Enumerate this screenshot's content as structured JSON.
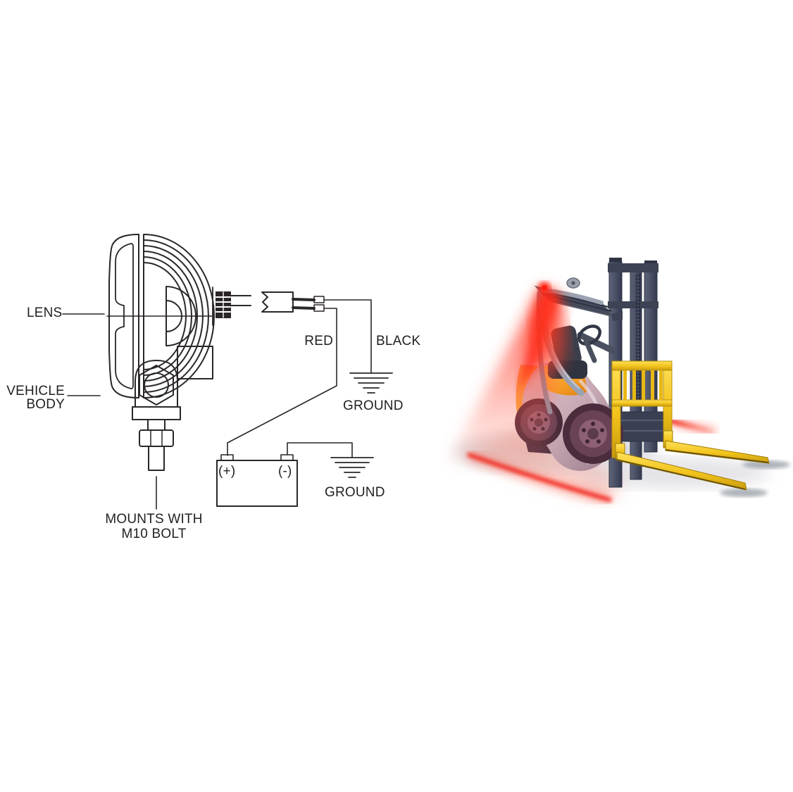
{
  "page": {
    "background_color": "#ffffff",
    "description": "Product sheet image: wiring/mounting diagram of a round LED safety work light (left) and photo-style render of a forklift projecting a red zone line on the floor (right)"
  },
  "wiring_diagram": {
    "line_color": "#2b2728",
    "text_color": "#231f20",
    "labels": {
      "lens": "LENS",
      "vehicle_body": "VEHICLE\nBODY",
      "red_wire": "RED",
      "black_wire": "BLACK",
      "ground_upper": "GROUND",
      "battery_positive": "(+)",
      "battery_negative": "(-)",
      "ground_lower": "GROUND",
      "mount_note": "MOUNTS WITH\nM10 BOLT"
    },
    "components": [
      "work-light-side-view",
      "finned-heat-sink",
      "lens",
      "cable-gland",
      "power-cable-with-break",
      "red-and-black-leads",
      "ground-symbol-upper",
      "battery",
      "ground-symbol-lower",
      "mounting-bracket-m10-bolt"
    ]
  },
  "product_photo": {
    "subject": "Forklift with red-zone pedestrian safety light projecting red lines on floor",
    "colors": {
      "beam_red": "#ff2616",
      "floor_line_red": "#f01408",
      "fork_yellow": "#f2c31c",
      "backrest_yellow": "#f0c01c",
      "engine_cover_orange": "#f69d25",
      "body_gray": "#c4a6b2",
      "mast_slate": "#4a5066",
      "wheel_maroon": "#6a4255",
      "floor_shadow": "#e2e2e6"
    }
  }
}
